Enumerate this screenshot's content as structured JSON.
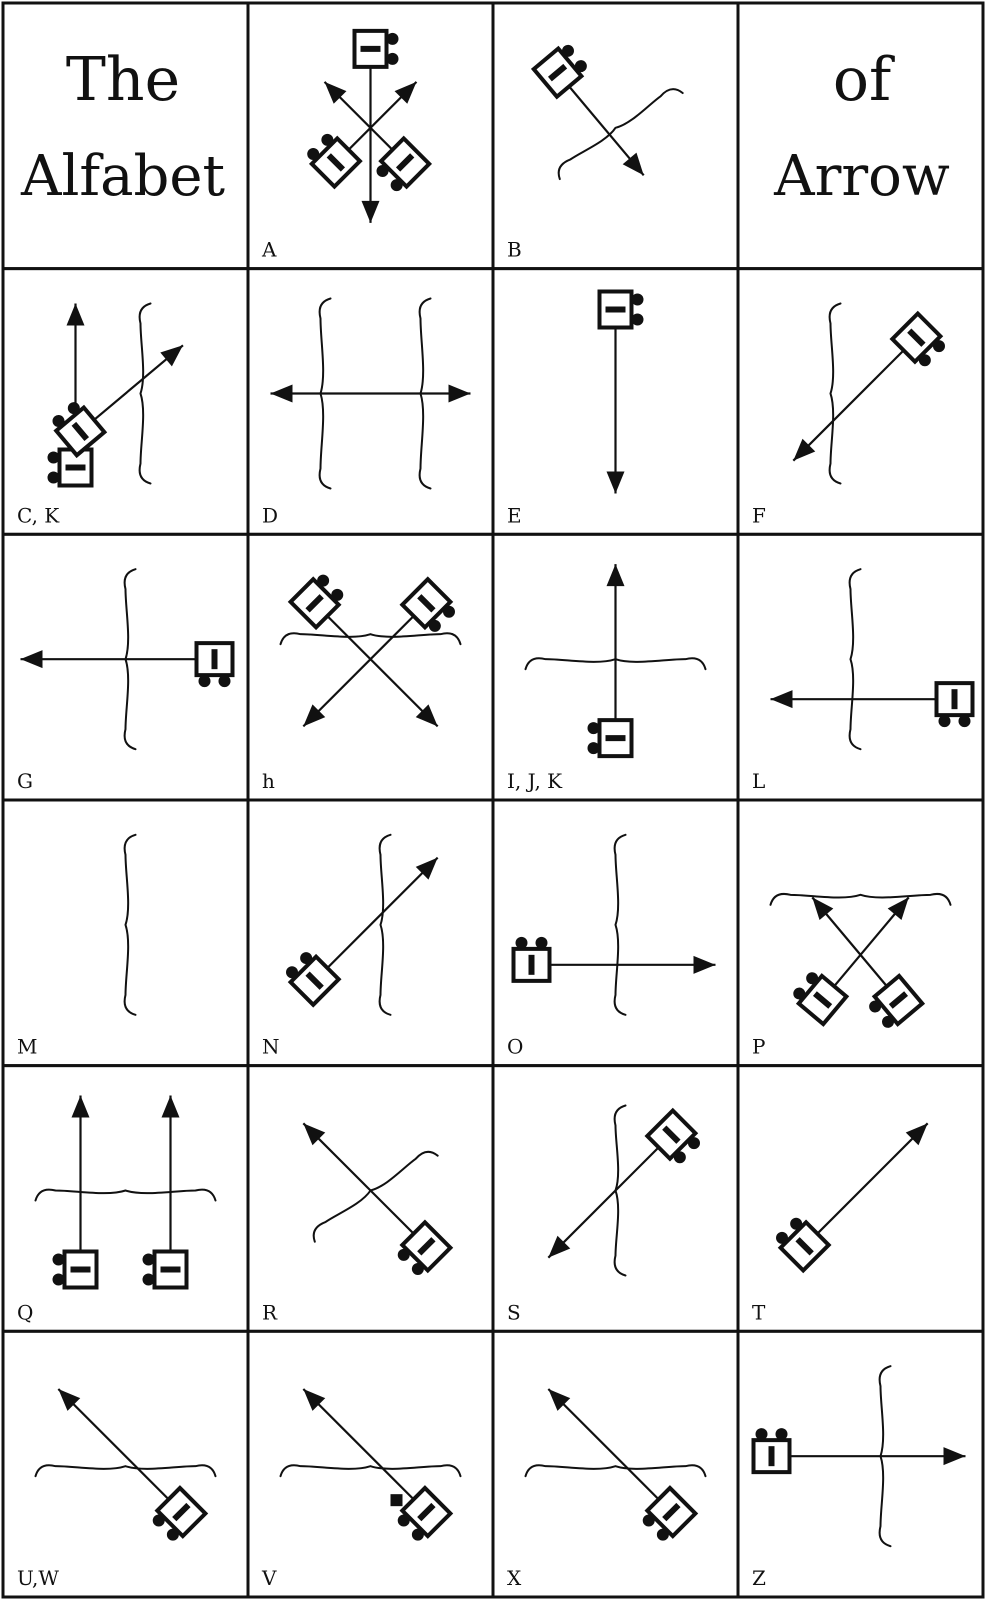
{
  "title": {
    "left_line1": "The",
    "left_line2": "Alfabet",
    "right_line1": "of",
    "right_line2": "Arrow"
  },
  "cells": [
    {
      "row": 0,
      "col": 1,
      "label": "A",
      "bows": [],
      "arrows": [
        {
          "angle": 90,
          "len": 190,
          "fletch": true
        },
        {
          "angle": -45,
          "len": 130,
          "fletch": true
        },
        {
          "angle": -135,
          "len": 130,
          "fletch": true
        }
      ]
    },
    {
      "row": 0,
      "col": 2,
      "label": "B",
      "bows": [
        {
          "dir": "diag",
          "angle": -35,
          "size": 150,
          "tips": true
        }
      ],
      "arrows": [
        {
          "angle": 50,
          "len": 150,
          "fletch": true,
          "ox": -20,
          "oy": -10
        }
      ]
    },
    {
      "row": 1,
      "col": 0,
      "label": "C, K",
      "bows": [
        {
          "dir": "vertical",
          "size": 180,
          "ox": 15
        }
      ],
      "arrows": [
        {
          "angle": -90,
          "len": 180,
          "fletch": true,
          "ox": -50,
          "oy": 0
        },
        {
          "angle": -40,
          "len": 150,
          "fletch": true,
          "ox": 0,
          "oy": 0
        }
      ]
    },
    {
      "row": 1,
      "col": 1,
      "label": "D",
      "bows": [
        {
          "dir": "vertical",
          "size": 190,
          "ox": -50
        },
        {
          "dir": "vertical",
          "size": 190,
          "ox": 50
        }
      ],
      "arrows": [
        {
          "angle": 0,
          "len": 200,
          "fletch": false,
          "double": true
        }
      ]
    },
    {
      "row": 1,
      "col": 2,
      "label": "E",
      "bows": [],
      "arrows": [
        {
          "angle": 90,
          "len": 200,
          "fletch": true
        }
      ]
    },
    {
      "row": 1,
      "col": 3,
      "label": "F",
      "bows": [
        {
          "dir": "vertical",
          "size": 180,
          "ox": -30
        }
      ],
      "arrows": [
        {
          "angle": 135,
          "len": 190,
          "fletch": true
        }
      ]
    },
    {
      "row": 2,
      "col": 0,
      "label": "G",
      "bows": [
        {
          "dir": "vertical",
          "size": 180,
          "ox": 0
        }
      ],
      "arrows": [
        {
          "angle": 180,
          "len": 210,
          "fletch": true
        }
      ]
    },
    {
      "row": 2,
      "col": 1,
      "label": "h",
      "bows": [
        {
          "dir": "horizontal",
          "size": 180,
          "oy": -25
        }
      ],
      "arrows": [
        {
          "angle": 45,
          "len": 190,
          "fletch": true
        },
        {
          "angle": 135,
          "len": 190,
          "fletch": true
        }
      ]
    },
    {
      "row": 2,
      "col": 2,
      "label": "I, J, K",
      "bows": [
        {
          "dir": "horizontal",
          "size": 180,
          "oy": 0
        }
      ],
      "arrows": [
        {
          "angle": -90,
          "len": 190,
          "fletch": true
        }
      ]
    },
    {
      "row": 2,
      "col": 3,
      "label": "L",
      "bows": [
        {
          "dir": "vertical",
          "size": 180,
          "ox": -10
        }
      ],
      "arrows": [
        {
          "angle": 180,
          "len": 200,
          "fletch": true,
          "ox": 10,
          "oy": 40
        }
      ]
    },
    {
      "row": 3,
      "col": 0,
      "label": "M",
      "bows": [
        {
          "dir": "vertical",
          "size": 180,
          "ox": 0
        }
      ],
      "arrows": []
    },
    {
      "row": 3,
      "col": 1,
      "label": "N",
      "bows": [
        {
          "dir": "vertical",
          "size": 180,
          "ox": 10
        }
      ],
      "arrows": [
        {
          "angle": -45,
          "len": 190,
          "fletch": true
        }
      ]
    },
    {
      "row": 3,
      "col": 2,
      "label": "O",
      "bows": [
        {
          "dir": "vertical",
          "size": 180,
          "ox": 0
        }
      ],
      "arrows": [
        {
          "angle": 0,
          "len": 200,
          "fletch": true,
          "oy": 40
        }
      ]
    },
    {
      "row": 3,
      "col": 3,
      "label": "P",
      "bows": [
        {
          "dir": "horizontal",
          "size": 180,
          "oy": -30
        }
      ],
      "arrows": [
        {
          "angle": -50,
          "len": 150,
          "fletch": true,
          "ox": 0,
          "oy": 30
        },
        {
          "angle": -130,
          "len": 150,
          "fletch": true,
          "ox": 0,
          "oy": 30
        }
      ]
    },
    {
      "row": 4,
      "col": 0,
      "label": "Q",
      "bows": [
        {
          "dir": "horizontal",
          "size": 180,
          "oy": 0
        }
      ],
      "arrows": [
        {
          "angle": -90,
          "len": 190,
          "fletch": true,
          "ox": -45
        },
        {
          "angle": -90,
          "len": 190,
          "fletch": true,
          "ox": 45
        }
      ]
    },
    {
      "row": 4,
      "col": 1,
      "label": "R",
      "bows": [
        {
          "dir": "diag",
          "angle": -35,
          "size": 150,
          "tips": true
        }
      ],
      "arrows": [
        {
          "angle": -135,
          "len": 190,
          "fletch": true
        }
      ]
    },
    {
      "row": 4,
      "col": 2,
      "label": "S",
      "bows": [
        {
          "dir": "vertical",
          "size": 170,
          "ox": 0
        }
      ],
      "arrows": [
        {
          "angle": 135,
          "len": 190,
          "fletch": true
        }
      ]
    },
    {
      "row": 4,
      "col": 3,
      "label": "T",
      "bows": [],
      "arrows": [
        {
          "angle": -45,
          "len": 190,
          "fletch": true
        }
      ]
    },
    {
      "row": 5,
      "col": 0,
      "label": "U,W",
      "bows": [
        {
          "dir": "horizontal",
          "size": 180,
          "oy": 10
        }
      ],
      "arrows": [
        {
          "angle": -135,
          "len": 190,
          "fletch": true
        }
      ]
    },
    {
      "row": 5,
      "col": 1,
      "label": "V",
      "bows": [
        {
          "dir": "horizontal",
          "size": 180,
          "oy": 10
        }
      ],
      "arrows": [
        {
          "angle": -135,
          "len": 190,
          "fletch": true
        }
      ],
      "blot": true
    },
    {
      "row": 5,
      "col": 2,
      "label": "X",
      "bows": [
        {
          "dir": "horizontal",
          "size": 180,
          "oy": 10
        }
      ],
      "arrows": [
        {
          "angle": -135,
          "len": 190,
          "fletch": true
        }
      ]
    },
    {
      "row": 5,
      "col": 3,
      "label": "Z",
      "bows": [
        {
          "dir": "vertical",
          "size": 180,
          "ox": 20
        }
      ],
      "arrows": [
        {
          "angle": 0,
          "len": 210,
          "fletch": true
        }
      ]
    }
  ]
}
